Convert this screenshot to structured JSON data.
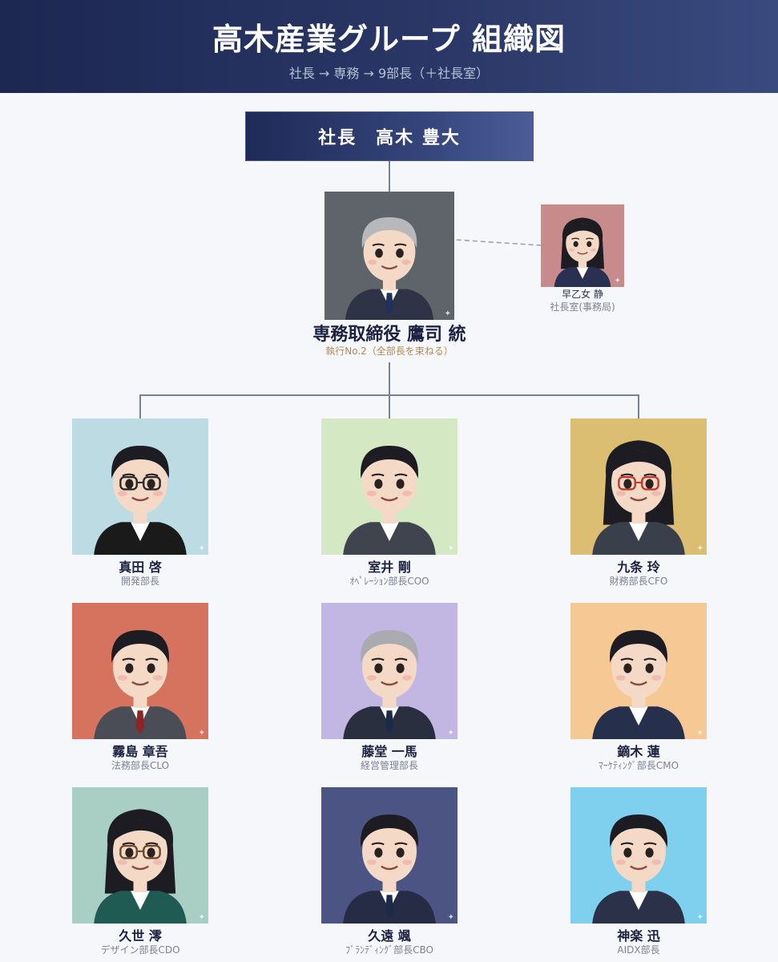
{
  "header": {
    "title": "高木産業グループ 組織図",
    "subtitle": "社長 → 専務 → 9部長（＋社長室）"
  },
  "ceo": {
    "label": "社長　高木 豊大"
  },
  "executive": {
    "name": "専務取締役 鷹司 統",
    "role": "執行No.2（全部長を束ねる）",
    "bg_color": "#5f636a"
  },
  "secretary": {
    "name": "早乙女 静",
    "role": "社長室(事務局)",
    "bg_color": "#c88b8b"
  },
  "managers": [
    {
      "name": "真田 啓",
      "role": "開発部長",
      "bg_color": "#bcdbe3"
    },
    {
      "name": "室井 剛",
      "role": "ｵﾍﾟﾚｰｼｮﾝ部長COO",
      "bg_color": "#d4e8c3"
    },
    {
      "name": "九条 玲",
      "role": "財務部長CFO",
      "bg_color": "#dbbe72"
    },
    {
      "name": "霧島 章吾",
      "role": "法務部長CLO",
      "bg_color": "#d5735f"
    },
    {
      "name": "藤堂 一馬",
      "role": "経営管理部長",
      "bg_color": "#c2b7e3"
    },
    {
      "name": "鏑木 蓮",
      "role": "ﾏｰｹﾃｨﾝｸﾞ部長CMO",
      "bg_color": "#f6c893"
    },
    {
      "name": "久世 澪",
      "role": "デザイン部長CDO",
      "bg_color": "#a9cfc5"
    },
    {
      "name": "久遠 颯",
      "role": "ﾌﾞﾗﾝﾃﾞｨﾝｸﾞ部長CBO",
      "bg_color": "#4b5482"
    },
    {
      "name": "神楽 迅",
      "role": "AIDX部長",
      "bg_color": "#7fd0ee"
    }
  ],
  "icons": {
    "portrait": "person-portrait",
    "sparkle": "sparkle-icon"
  }
}
